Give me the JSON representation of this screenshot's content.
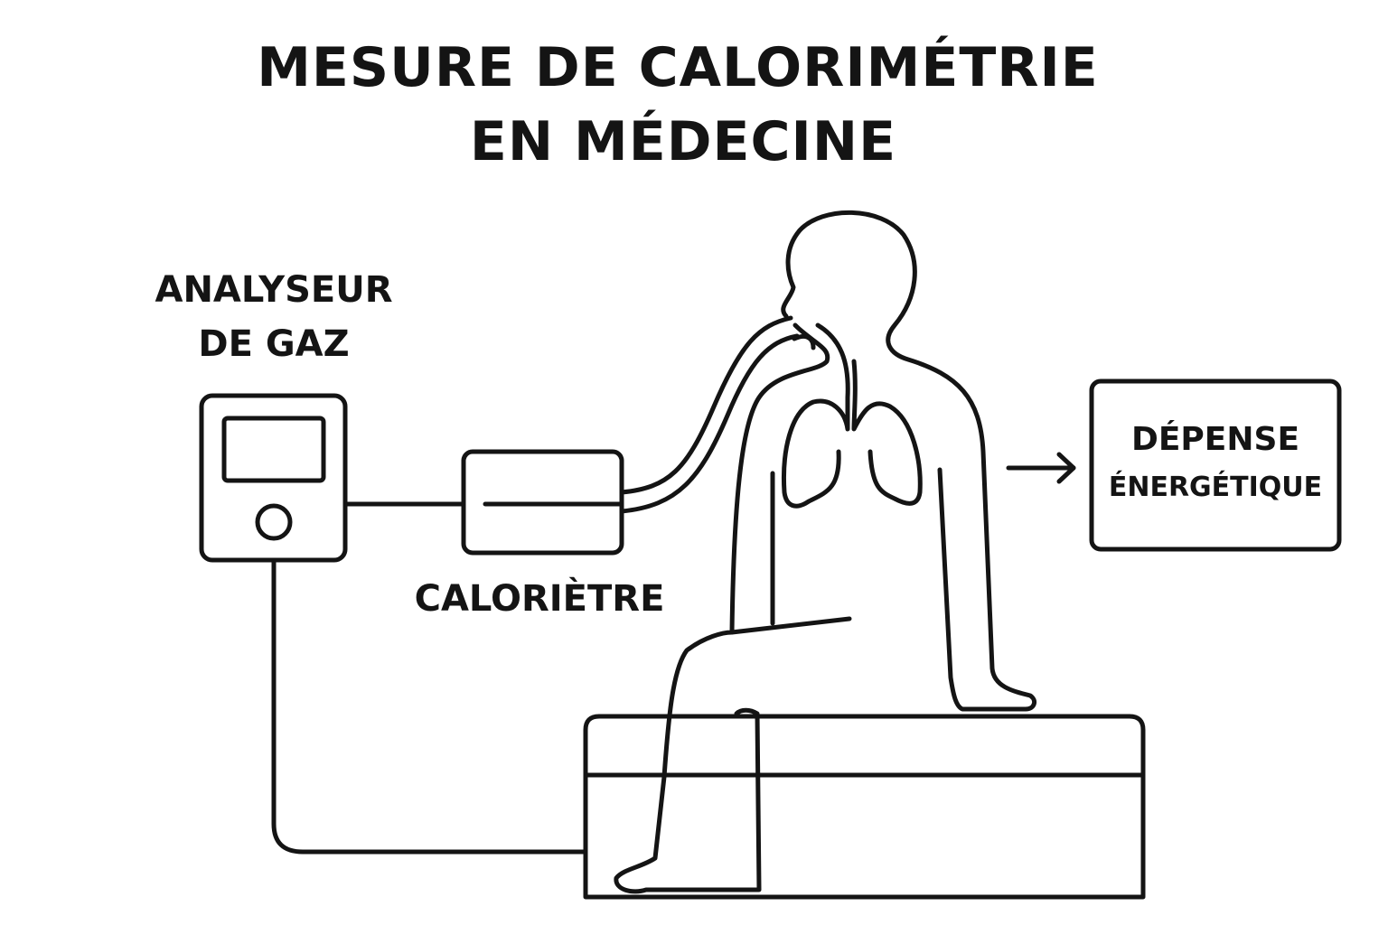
{
  "title": {
    "line1": "MESURE DE CALORIMÉTRIE",
    "line2": "EN MÉDECINE"
  },
  "labels": {
    "analyzer_line1": "ANALYSEUR",
    "analyzer_line2": "DE GAZ",
    "calorimeter": "CALORIÈTRE",
    "output_line1": "DÉPENSE",
    "output_line2": "ÉNERGÉTIQUE"
  },
  "colors": {
    "stroke": "#141414",
    "background": "#ffffff"
  }
}
